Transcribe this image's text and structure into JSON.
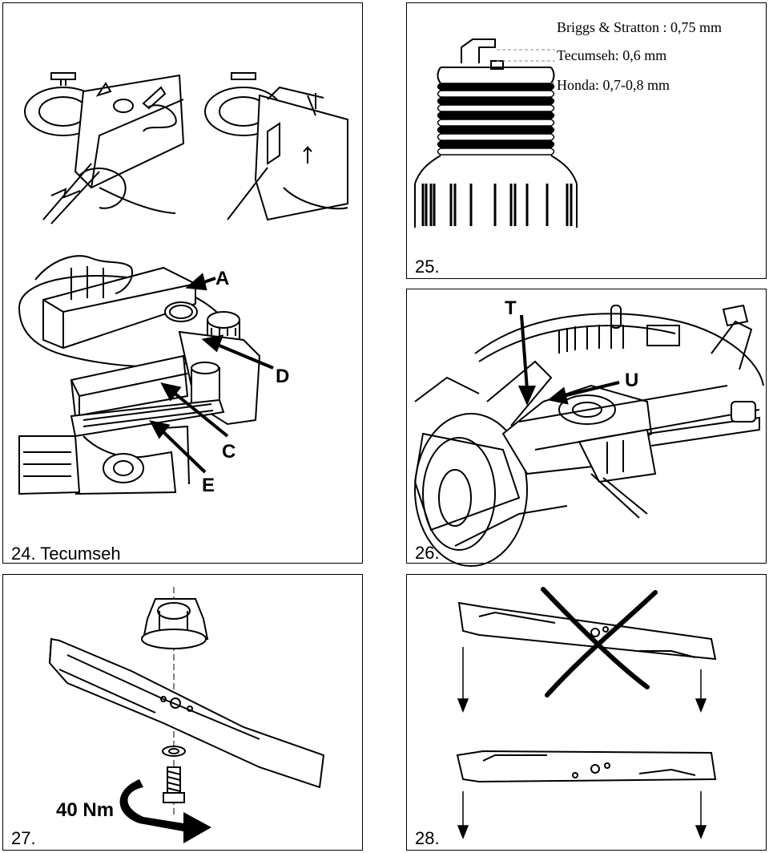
{
  "panels": {
    "p24": {
      "caption": "24. Tecumseh",
      "labels": {
        "a": "A",
        "d": "D",
        "c": "C",
        "e": "E"
      }
    },
    "p25": {
      "caption": "25.",
      "gaps": {
        "briggs": "Briggs & Stratton : 0,75 mm",
        "tecumseh": "Tecumseh: 0,6 mm",
        "honda": "Honda: 0,7-0,8 mm"
      }
    },
    "p26": {
      "caption": "26.",
      "labels": {
        "t": "T",
        "u": "U"
      }
    },
    "p27": {
      "caption": "27.",
      "torque": "40 Nm"
    },
    "p28": {
      "caption": "28."
    }
  },
  "icons": [
    "air-filter-illustration",
    "spark-plug-icon",
    "cable-adjustment-illustration",
    "blade-mount-illustration",
    "cross-mark-icon",
    "arrow-down-icon",
    "rotation-arrow-icon"
  ]
}
